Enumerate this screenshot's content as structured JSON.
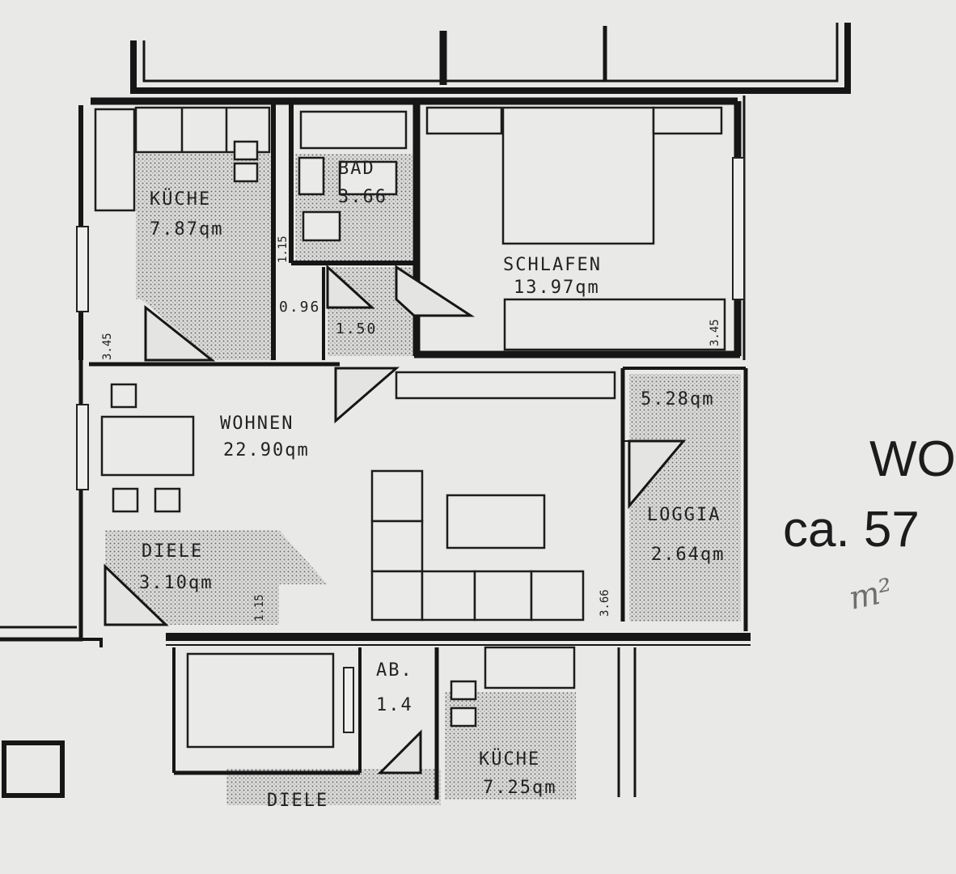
{
  "plan": {
    "rooms": {
      "kueche": {
        "name": "KÜCHE",
        "area": "7.87qm"
      },
      "bad": {
        "name": "BAD",
        "area": "3.66"
      },
      "schlafen": {
        "name": "SCHLAFEN",
        "area": "13.97qm"
      },
      "wohnen": {
        "name": "WOHNEN",
        "area": "22.90qm"
      },
      "diele": {
        "name": "DIELE",
        "area": "3.10qm"
      },
      "loggia": {
        "name": "LOGGIA",
        "area": "2.64qm",
        "upper_area": "5.28qm"
      },
      "small_a": {
        "area": "0.96"
      },
      "small_b": {
        "area": "1.50"
      },
      "ab": {
        "name": "AB.",
        "area": "1.4"
      },
      "kueche_lower": {
        "name": "KÜCHE",
        "area": "7.25qm"
      },
      "diele_lower": {
        "name": "DIELE"
      }
    },
    "dimensions": {
      "kitchen_left": "3.45",
      "kitchen_inner": "1.15",
      "schlafen_right": "3.45",
      "diele": "1.15",
      "wohnen": "3.66"
    },
    "side_note": {
      "heading": "WO",
      "size": "ca. 57",
      "unit_handwritten": "m²"
    }
  }
}
